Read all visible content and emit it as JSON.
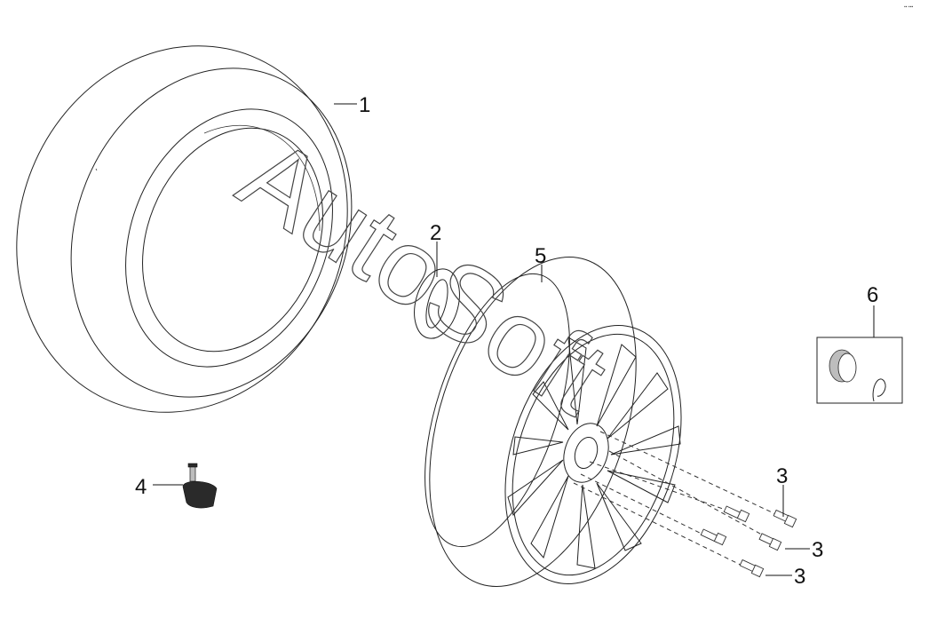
{
  "corner_mark": "▪▪ ▪▪▪",
  "watermark": "AutoSoft",
  "callouts": {
    "tire": "1",
    "valve_cap": "2",
    "bolt_a": "3",
    "bolt_b": "3",
    "bolt_c": "3",
    "tpms_sensor": "4",
    "wheel": "5",
    "center_cap": "6"
  }
}
